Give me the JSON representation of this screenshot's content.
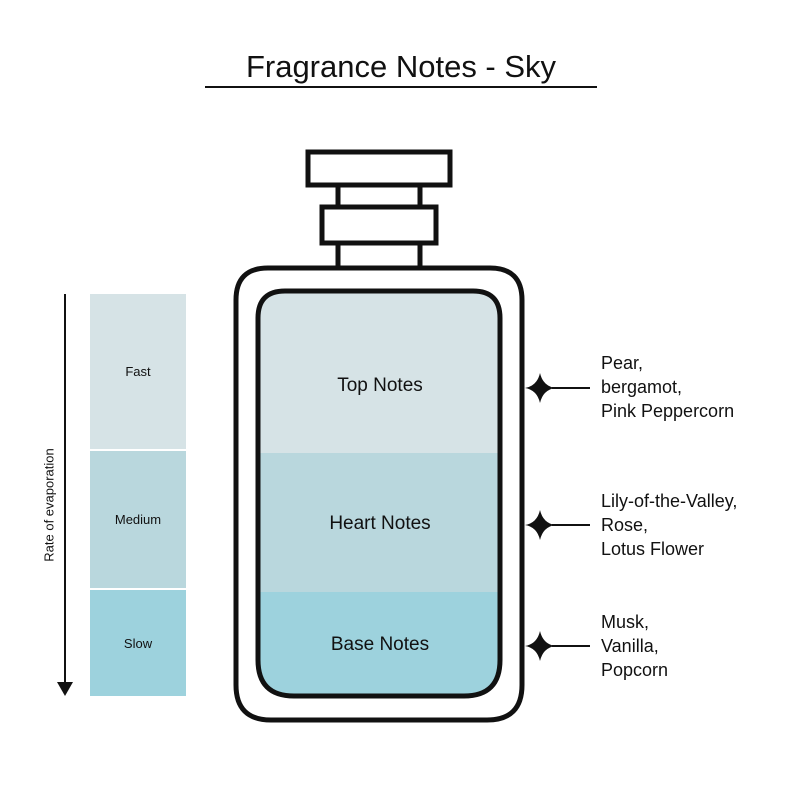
{
  "title": "Fragrance Notes - Sky",
  "axis_label": "Rate of evaporation",
  "colors": {
    "top": "#d6e3e6",
    "heart": "#b9d7dd",
    "base": "#9dd2dd",
    "outline": "#111111"
  },
  "scale": [
    {
      "label": "Fast"
    },
    {
      "label": "Medium"
    },
    {
      "label": "Slow"
    }
  ],
  "layers": [
    {
      "label": "Top Notes",
      "notes": [
        "Pear,",
        "bergamot,",
        "Pink Peppercorn"
      ]
    },
    {
      "label": "Heart Notes",
      "notes": [
        "Lily-of-the-Valley,",
        "Rose,",
        "Lotus Flower"
      ]
    },
    {
      "label": "Base Notes",
      "notes": [
        "Musk,",
        "Vanilla,",
        "Popcorn"
      ]
    }
  ],
  "icons": {
    "marker": "four-point-star-icon",
    "arrow": "down-arrow-icon"
  }
}
